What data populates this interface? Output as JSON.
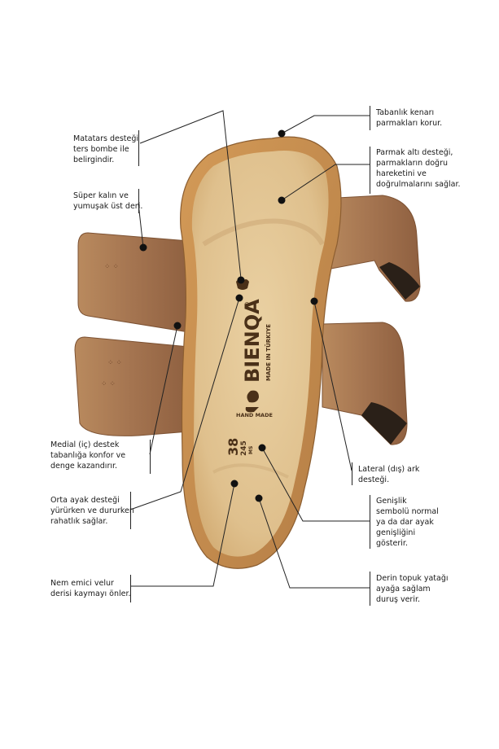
{
  "brand": {
    "name": "BIENQA",
    "registered": "®",
    "made_in": "MADE IN TÜRKIYE",
    "hand_made": "HAND MADE",
    "size": "38",
    "size_sub": "245",
    "width_code": "MS"
  },
  "colors": {
    "background": "#ffffff",
    "strap": "#a6774f",
    "footbed": "#e4c796",
    "cork_rim": "#c8914e",
    "stamp": "#4a3018",
    "callout": "#222222"
  },
  "callouts": {
    "left": [
      {
        "text": "Matatars desteği\nters bombe ile\nbelirgindir."
      },
      {
        "text": "Süper kalın ve\nyumuşak üst deri."
      },
      {
        "text": "Medial (iç) destek\ntabanlığa konfor ve\ndenge kazandırır."
      },
      {
        "text": "Orta ayak desteği\nyürürken ve dururken\nrahatlık sağlar."
      },
      {
        "text": "Nem emici velur\nderisi kaymayı önler."
      }
    ],
    "right": [
      {
        "text": "Tabanlık kenarı\nparmakları korur."
      },
      {
        "text": "Parmak altı desteği,\nparmakların doğru\nhareketini ve\ndoğrulmalarını sağlar."
      },
      {
        "text": "Lateral (dış) ark\ndesteği."
      },
      {
        "text": "Genişlik\nsembolü normal\nya da dar ayak\ngenişliğini\ngösterir."
      },
      {
        "text": "Derin topuk yatağı\nayağa sağlam\nduruş verir."
      }
    ]
  }
}
